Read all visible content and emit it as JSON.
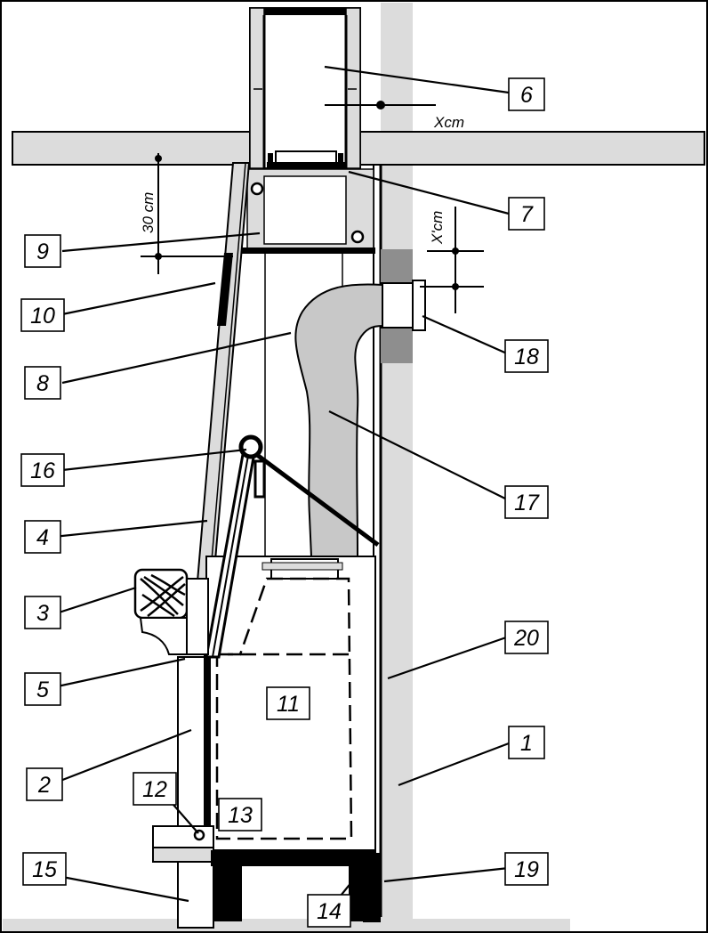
{
  "colors": {
    "wall": "#dcdcdc",
    "flex_duct": "#c8c8c8",
    "dark_band": "#8e8e8e",
    "ink": "#000000",
    "paper": "#ffffff"
  },
  "labels": {
    "l1": "1",
    "l2": "2",
    "l3": "3",
    "l4": "4",
    "l5": "5",
    "l6": "6",
    "l7": "7",
    "l8": "8",
    "l9": "9",
    "l10": "10",
    "l11": "11",
    "l12": "12",
    "l13": "13",
    "l14": "14",
    "l15": "15",
    "l16": "16",
    "l17": "17",
    "l18": "18",
    "l19": "19",
    "l20": "20"
  },
  "dimensions": {
    "xcm": "Xcm",
    "xprime_cm": "X'cm",
    "thirty_cm": "30 cm"
  }
}
